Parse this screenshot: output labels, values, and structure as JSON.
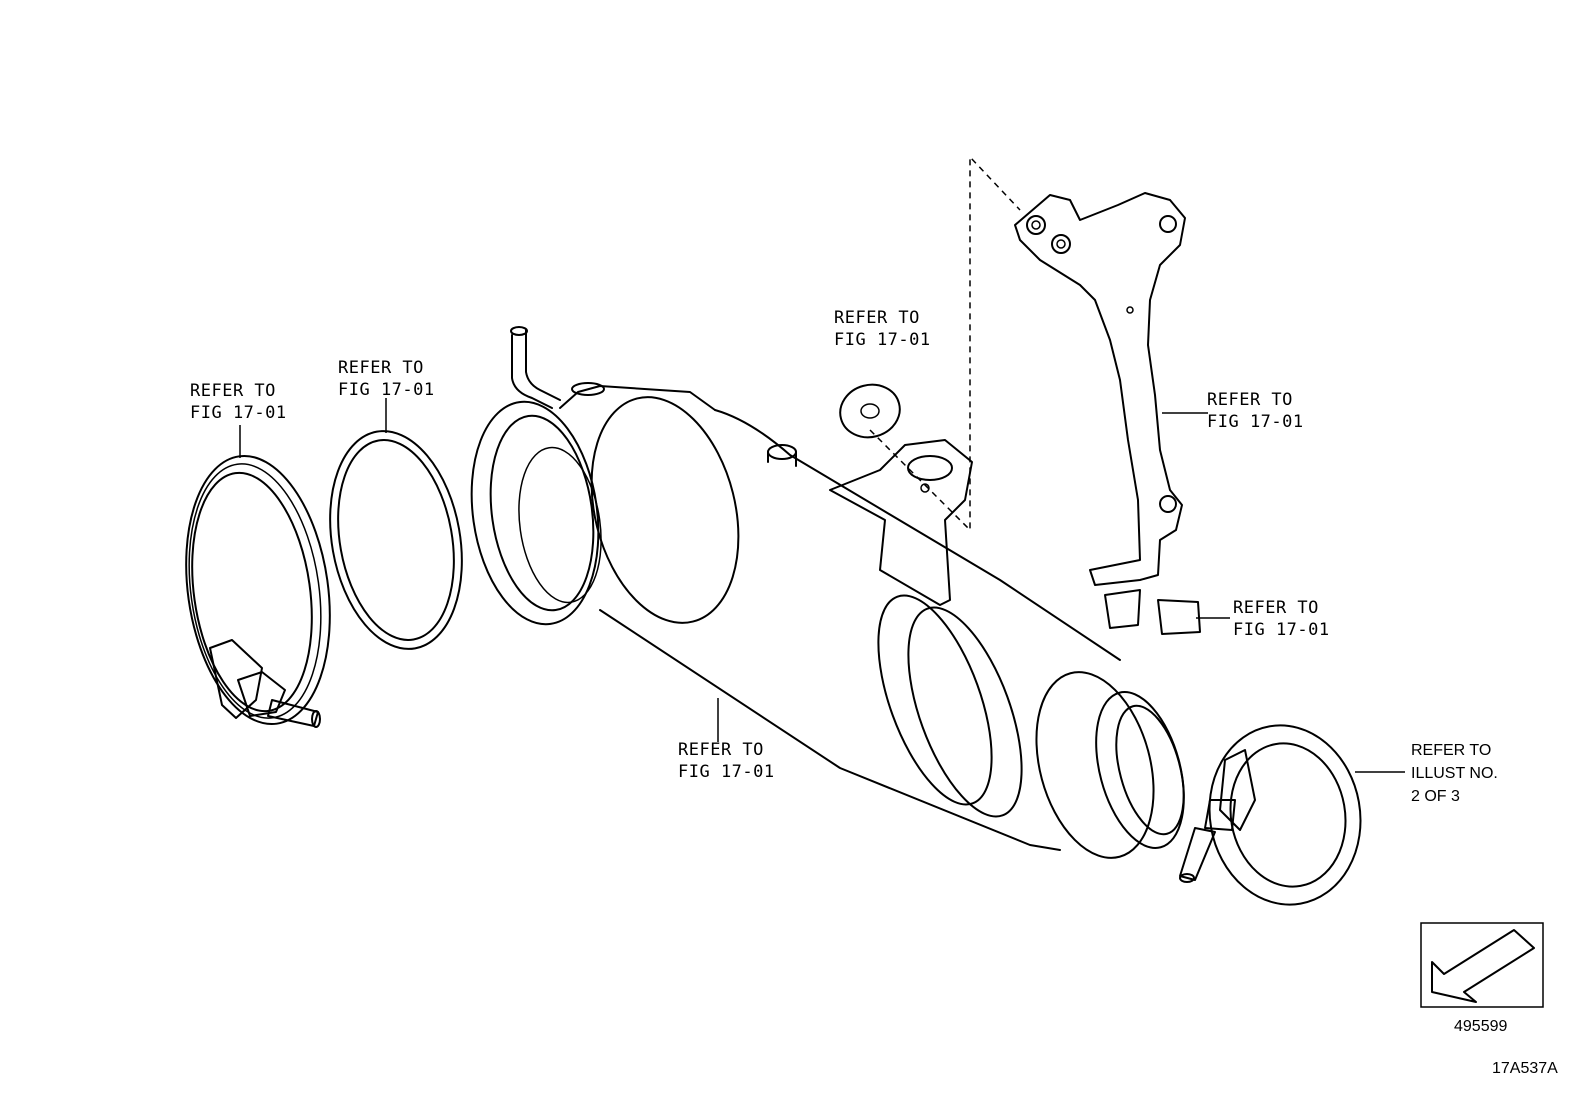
{
  "labels": {
    "clamp_left": {
      "line1": "REFER TO",
      "line2": "FIG 17-01"
    },
    "gasket_ring": {
      "line1": "REFER TO",
      "line2": "FIG 17-01"
    },
    "washer": {
      "line1": "REFER TO",
      "line2": "FIG 17-01"
    },
    "bracket": {
      "line1": "REFER TO",
      "line2": "FIG 17-01"
    },
    "clip": {
      "line1": "REFER TO",
      "line2": "FIG 17-01"
    },
    "converter": {
      "line1": "REFER TO",
      "line2": "FIG 17-01"
    },
    "clamp_right": {
      "line1": "REFER TO",
      "line2": "ILLUST NO.",
      "line3": "2 OF 3"
    }
  },
  "orientation_box": {
    "code": "495599"
  },
  "figure_code": "17A537A"
}
